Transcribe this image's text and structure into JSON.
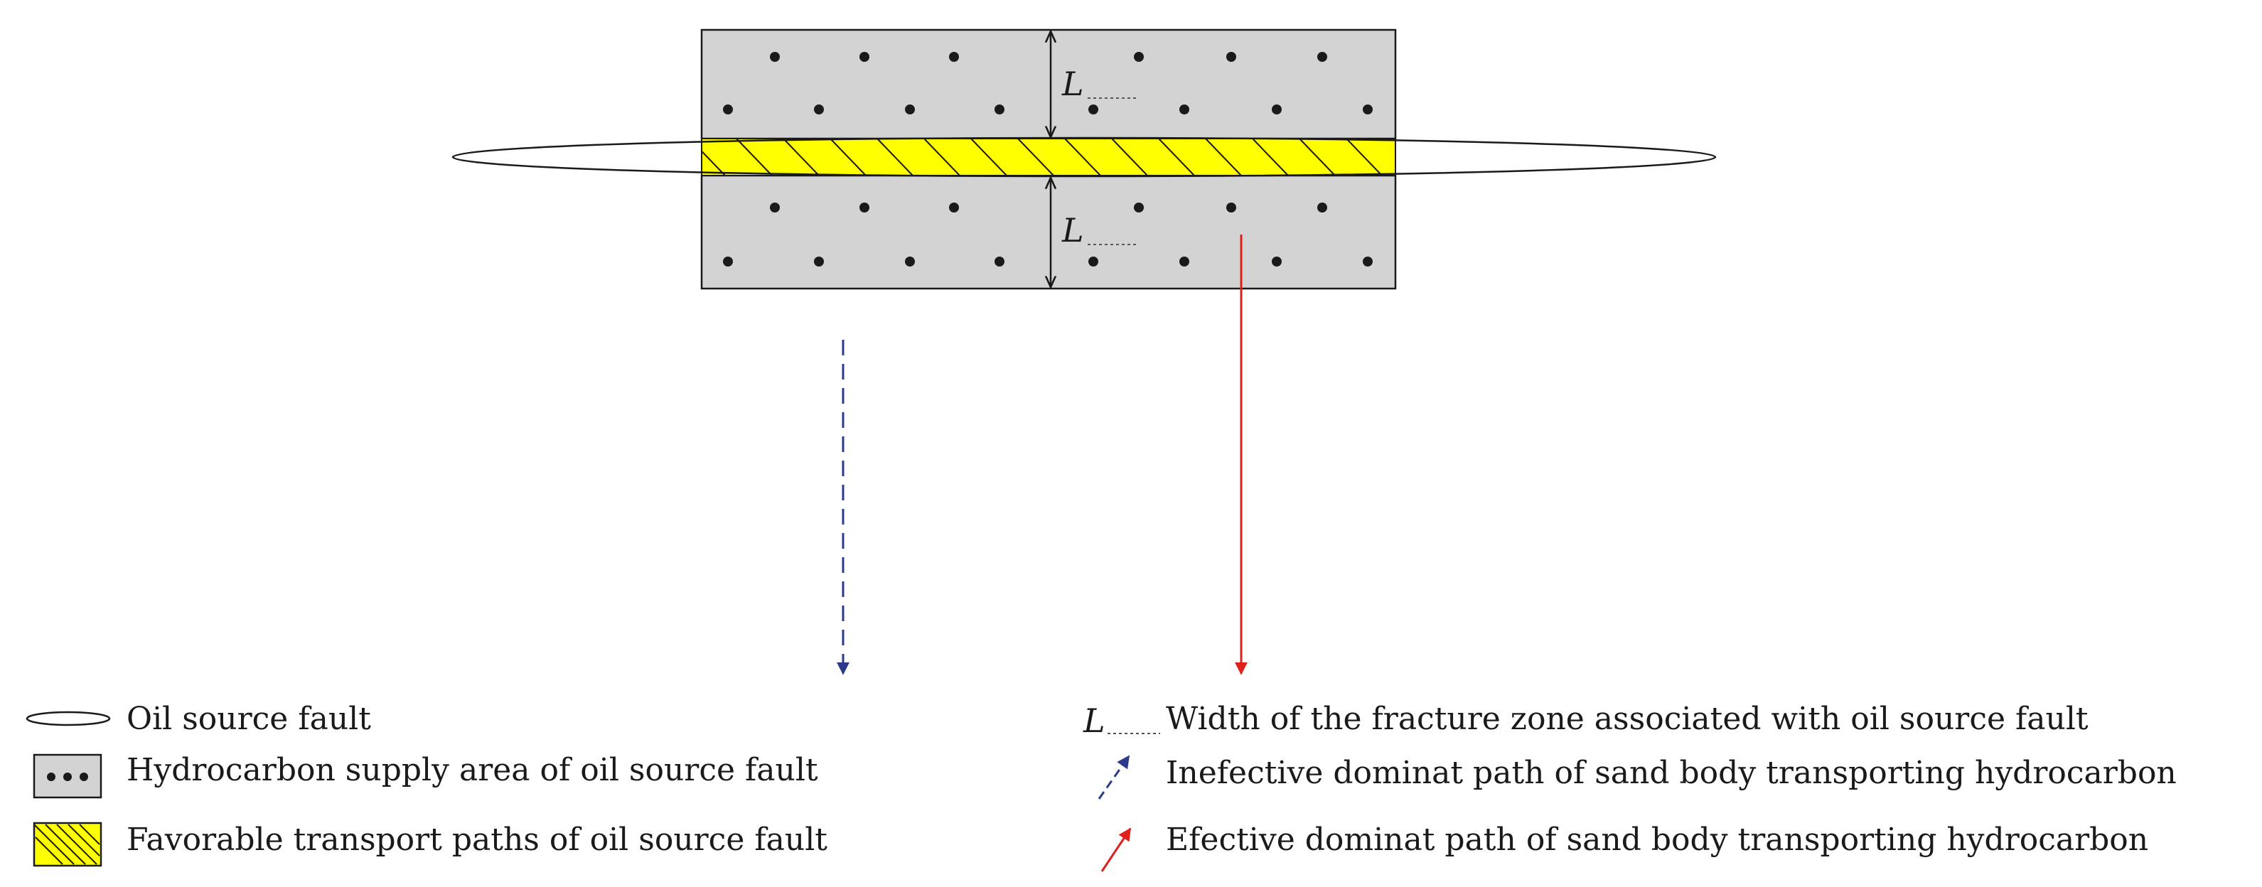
{
  "diagram": {
    "fracture_zone_label": "L",
    "colors": {
      "supply_area_fill": "#d3d3d3",
      "transport_path_fill": "#ffff00",
      "ineffective_path": "#2b3a8c",
      "effective_path": "#e0201b",
      "outline": "#1a1a1a"
    }
  },
  "legend": {
    "left": [
      {
        "icon": "ellipse-icon",
        "label": "Oil source fault"
      },
      {
        "icon": "dotted-box-icon",
        "label": "Hydrocarbon supply area of oil source fault"
      },
      {
        "icon": "hatched-box-icon",
        "label": "Favorable transport paths of oil source  fault"
      }
    ],
    "right": [
      {
        "icon": "fracture-width-icon",
        "symbol": "L",
        "label": "Width of the fracture zone associated with oil source fault"
      },
      {
        "icon": "dashed-arrow-icon",
        "label": "Inefective dominat path of sand body transporting hydrocarbon"
      },
      {
        "icon": "solid-arrow-icon",
        "label": "Efective dominat path of sand body transporting hydrocarbon"
      }
    ]
  }
}
